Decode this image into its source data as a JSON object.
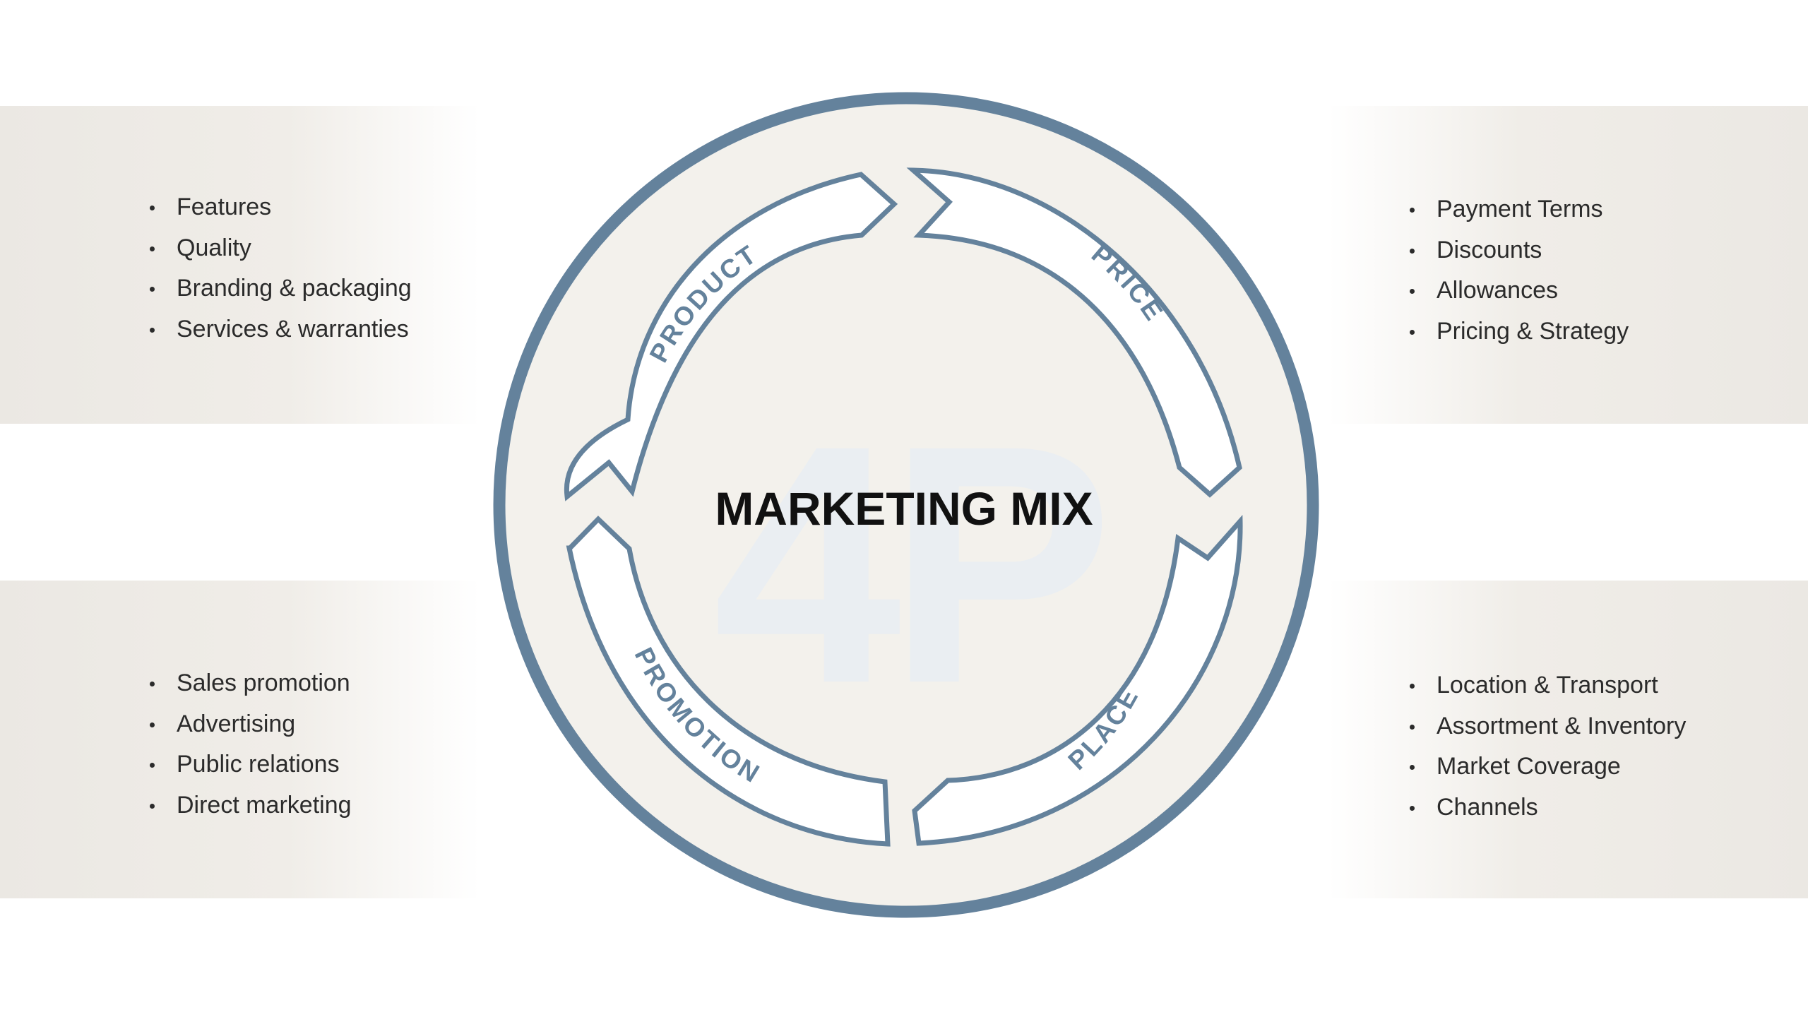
{
  "diagram": {
    "watermark": "4P",
    "title": "MARKETING MIX",
    "segments": {
      "product": "PRODUCT",
      "price": "PRICE",
      "promotion": "PROMOTION",
      "place": "PLACE"
    },
    "colors": {
      "ring": "#64829c",
      "ring_fill": "#f3f1ec",
      "watermark": "#eaeef2",
      "title": "#111111",
      "band": "#ebe8e3",
      "text": "#2b2b2b"
    }
  },
  "product": {
    "items": [
      "Features",
      "Quality",
      "Branding & packaging",
      "Services & warranties"
    ]
  },
  "price": {
    "items": [
      "Payment Terms",
      "Discounts",
      "Allowances",
      "Pricing & Strategy"
    ]
  },
  "promotion": {
    "items": [
      "Sales promotion",
      "Advertising",
      "Public relations",
      "Direct marketing"
    ]
  },
  "place": {
    "items": [
      "Location & Transport",
      "Assortment & Inventory",
      "Market Coverage",
      "Channels"
    ]
  }
}
